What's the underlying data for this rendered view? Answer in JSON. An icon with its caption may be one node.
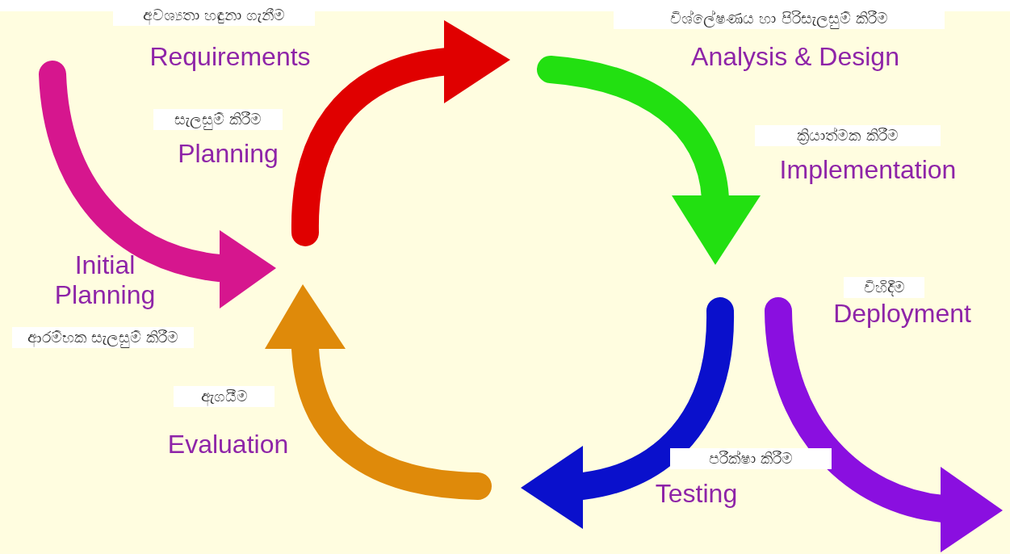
{
  "diagram": {
    "labels": [
      "අවශ්‍යතා හඳුනා ගැනීම",
      "Requirements",
      "විශ්ලේෂණය හා පිරිසැලසුම් කිරීම",
      "Analysis & Design",
      "සැලසුම් කිරීම",
      "Planning",
      "ක්‍රියාත්මක කිරීම",
      "Implementation",
      "Initial Planning",
      "විහිදීම",
      "Deployment",
      "ආරම්භක සැලසුම් කිරීම",
      "ඇගයීම",
      "Evaluation",
      "පරීක්ෂා කිරීම",
      "Testing"
    ]
  }
}
